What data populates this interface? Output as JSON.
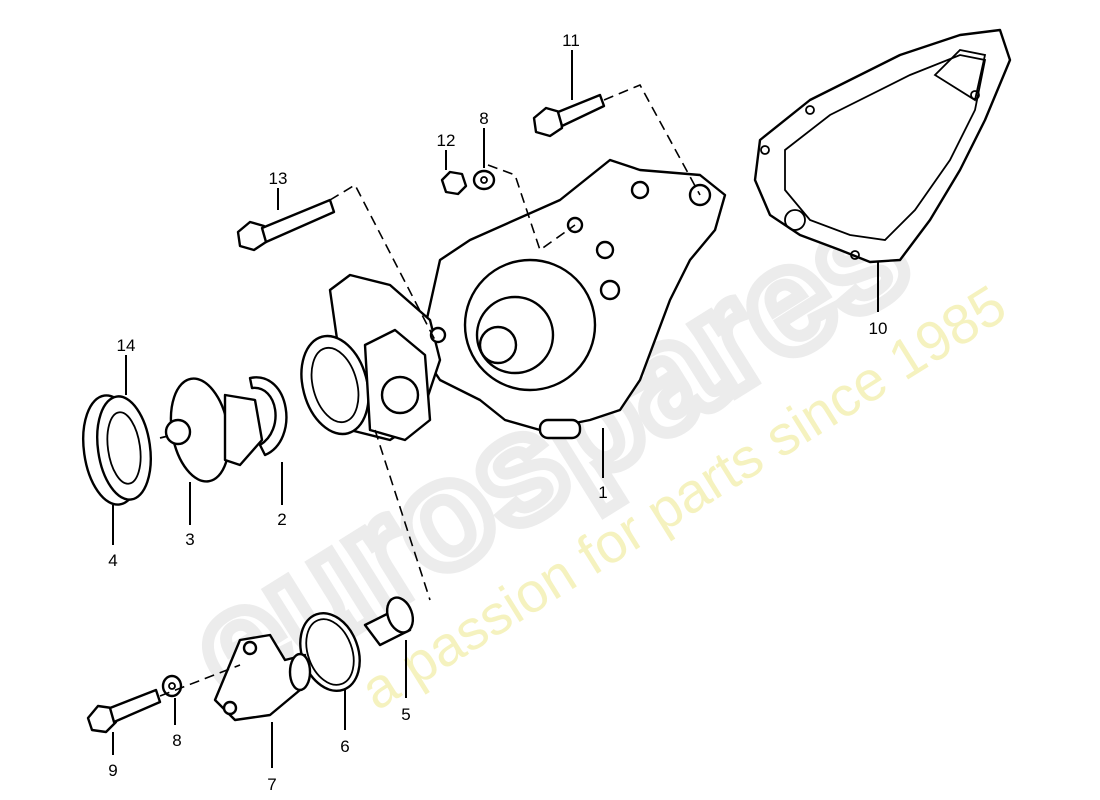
{
  "diagram": {
    "watermark": {
      "brand": "eurospares",
      "tagline": "a passion for parts since 1985"
    },
    "callouts": [
      {
        "id": "1",
        "label": "1"
      },
      {
        "id": "2",
        "label": "2"
      },
      {
        "id": "3",
        "label": "3"
      },
      {
        "id": "4",
        "label": "4"
      },
      {
        "id": "5",
        "label": "5"
      },
      {
        "id": "6",
        "label": "6"
      },
      {
        "id": "7",
        "label": "7"
      },
      {
        "id": "8a",
        "label": "8"
      },
      {
        "id": "8b",
        "label": "8"
      },
      {
        "id": "9",
        "label": "9"
      },
      {
        "id": "10",
        "label": "10"
      },
      {
        "id": "11",
        "label": "11"
      },
      {
        "id": "12",
        "label": "12"
      },
      {
        "id": "13",
        "label": "13"
      },
      {
        "id": "14",
        "label": "14"
      }
    ]
  }
}
